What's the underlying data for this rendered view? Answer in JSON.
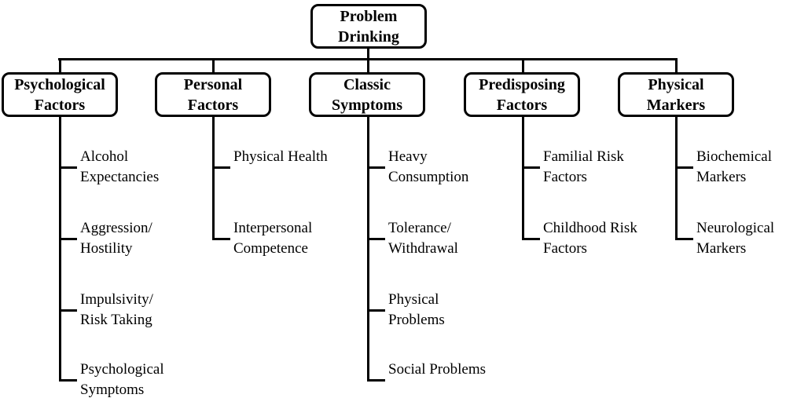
{
  "diagram": {
    "colors": {
      "line": "#000000",
      "text": "#000000",
      "background": "#ffffff",
      "box_fill": "#ffffff"
    },
    "root": {
      "label": "Problem\nDrinking"
    },
    "branches": [
      {
        "label": "Psychological\nFactors",
        "items": [
          "Alcohol\nExpectancies",
          "Aggression/\nHostility",
          "Impulsivity/\nRisk Taking",
          "Psychological\nSymptoms"
        ]
      },
      {
        "label": "Personal\nFactors",
        "items": [
          "Physical Health",
          "Interpersonal\nCompetence"
        ]
      },
      {
        "label": "Classic\nSymptoms",
        "items": [
          "Heavy\nConsumption",
          "Tolerance/\nWithdrawal",
          "Physical\nProblems",
          "Social Problems"
        ]
      },
      {
        "label": "Predisposing\nFactors",
        "items": [
          "Familial Risk\nFactors",
          "Childhood Risk\nFactors"
        ]
      },
      {
        "label": "Physical\nMarkers",
        "items": [
          "Biochemical\nMarkers",
          "Neurological\nMarkers"
        ]
      }
    ]
  }
}
